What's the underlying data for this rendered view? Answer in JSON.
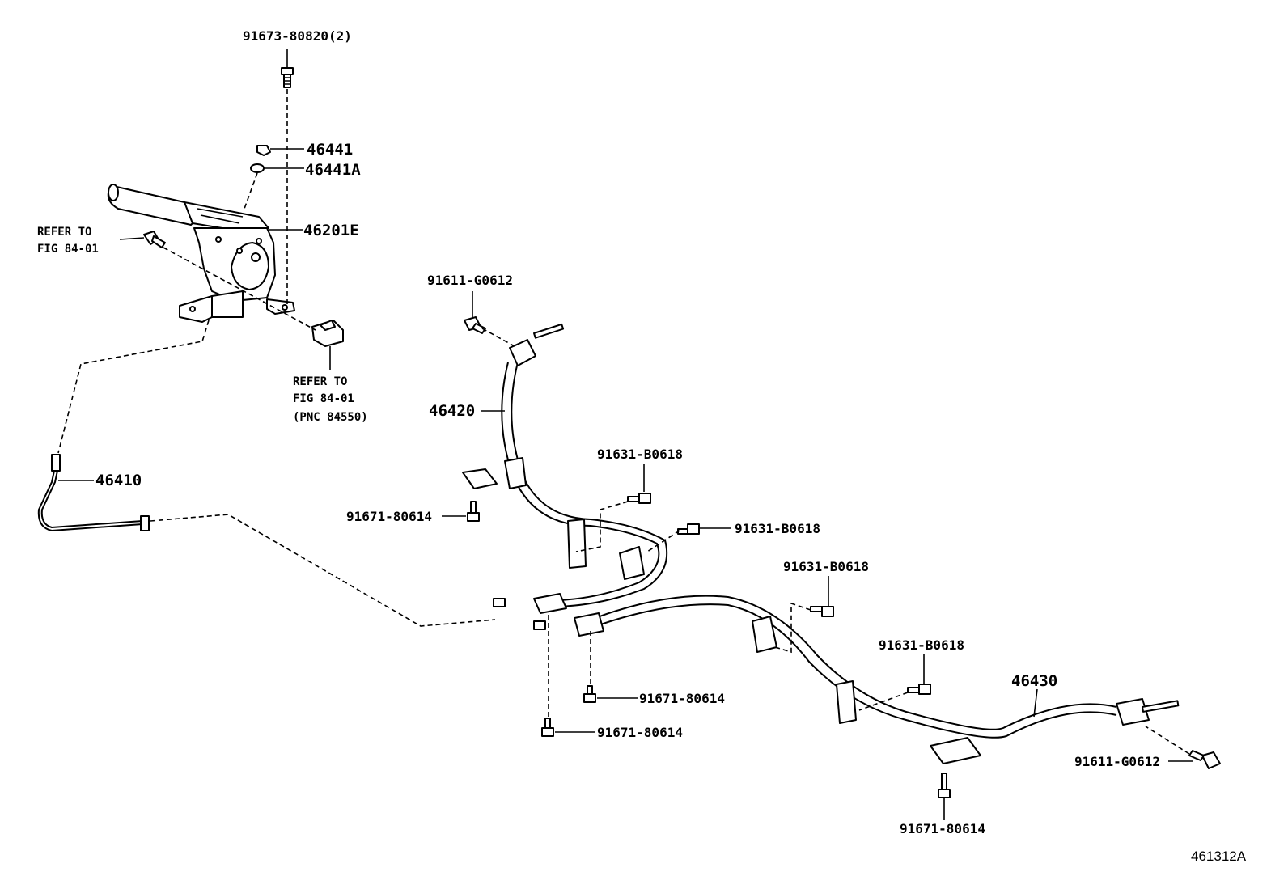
{
  "labels": {
    "bolt_top": "91673-80820(2)",
    "p46441": "46441",
    "p46441a": "46441A",
    "p46201e": "46201E",
    "refer1_line1": "REFER TO",
    "refer1_line2": "FIG 84-01",
    "refer2_line1": "REFER TO",
    "refer2_line2": "FIG 84-01",
    "refer2_line3": "(PNC 84550)",
    "p46410": "46410",
    "p46420": "46420",
    "p46430": "46430",
    "bolt_g0612_top": "91611-G0612",
    "bolt_g0612_right": "91611-G0612",
    "bolt_b0618_a": "91631-B0618",
    "bolt_b0618_b": "91631-B0618",
    "bolt_b0618_c": "91631-B0618",
    "bolt_b0618_d": "91631-B0618",
    "bolt_80614_a": "91671-80614",
    "bolt_80614_b": "91671-80614",
    "bolt_80614_c": "91671-80614",
    "bolt_80614_d": "91671-80614",
    "figure_id": "461312A"
  }
}
